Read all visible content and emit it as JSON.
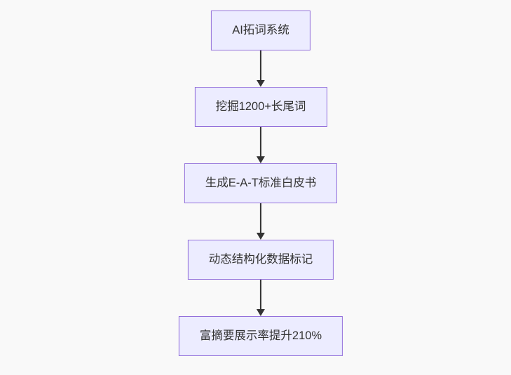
{
  "diagram": {
    "type": "flowchart",
    "direction": "top-down",
    "nodes": [
      {
        "label": "AI拓词系统"
      },
      {
        "label": "挖掘1200+长尾词"
      },
      {
        "label": "生成E-A-T标准白皮书"
      },
      {
        "label": "动态结构化数据标记"
      },
      {
        "label": "富摘要展示率提升210%"
      }
    ],
    "edges": [
      {
        "from": 0,
        "to": 1
      },
      {
        "from": 1,
        "to": 2
      },
      {
        "from": 2,
        "to": 3
      },
      {
        "from": 3,
        "to": 4
      }
    ],
    "colors": {
      "background": "#f9f9f9",
      "node_fill": "#ECECFF",
      "node_border": "#9370DB",
      "text": "#333333",
      "arrow": "#333333"
    }
  }
}
